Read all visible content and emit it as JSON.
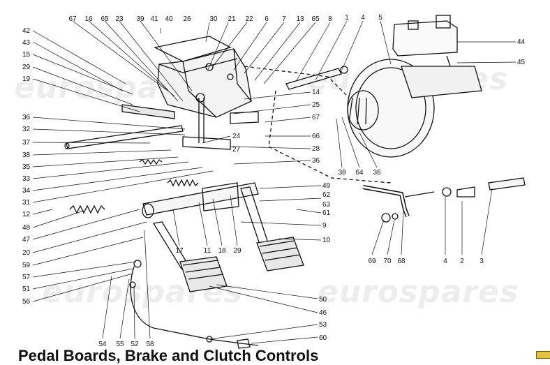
{
  "title": "Pedal Boards, Brake and Clutch Controls",
  "watermark": "eurospares",
  "part_numbers": [
    "1",
    "2",
    "3",
    "4",
    "5",
    "6",
    "7",
    "8",
    "9",
    "10",
    "11",
    "12",
    "13",
    "14",
    "15",
    "16",
    "17",
    "18",
    "19",
    "20",
    "21",
    "22",
    "23",
    "24",
    "25",
    "26",
    "27",
    "28",
    "29",
    "30",
    "31",
    "32",
    "33",
    "34",
    "35",
    "36",
    "37",
    "38",
    "39",
    "40",
    "41",
    "42",
    "43",
    "44",
    "45",
    "46",
    "47",
    "48",
    "49",
    "50",
    "51",
    "52",
    "53",
    "54",
    "55",
    "56",
    "57",
    "58",
    "59",
    "60",
    "61",
    "62",
    "63",
    "64",
    "65",
    "66",
    "67",
    "68",
    "69",
    "70"
  ],
  "labels": {
    "n67a": "67",
    "n16": "16",
    "n65a": "65",
    "n23": "23",
    "n39": "39",
    "n41": "41",
    "n40": "40",
    "n26": "26",
    "n30": "30",
    "n21": "21",
    "n22": "22",
    "n6": "6",
    "n7": "7",
    "n13": "13",
    "n65b": "65",
    "n8": "8",
    "n1": "1",
    "n4a": "4",
    "n5": "5",
    "n42": "42",
    "n43": "43",
    "n15": "15",
    "n29a": "29",
    "n19": "19",
    "n44": "44",
    "n45": "45",
    "n14": "14",
    "n25": "25",
    "n67b": "67",
    "n36a": "36",
    "n32": "32",
    "n37": "37",
    "n38a": "38",
    "n35": "35",
    "n33": "33",
    "n34": "34",
    "n31": "31",
    "n24": "24",
    "n66": "66",
    "n27": "27",
    "n28": "28",
    "n36b": "36",
    "n38b": "38",
    "n64": "64",
    "n36c": "36",
    "n49": "49",
    "n62": "62",
    "n63": "63",
    "n61": "61",
    "n9": "9",
    "n10": "10",
    "n12": "12",
    "n48": "48",
    "n47": "47",
    "n20": "20",
    "n59": "59",
    "n57": "57",
    "n51": "51",
    "n56": "56",
    "n17": "17",
    "n11": "11",
    "n18": "18",
    "n29b": "29",
    "n50": "50",
    "n46": "46",
    "n53": "53",
    "n60": "60",
    "n54": "54",
    "n55": "55",
    "n52": "52",
    "n58": "58",
    "n69": "69",
    "n70": "70",
    "n68": "68",
    "n4b": "4",
    "n2": "2",
    "n3": "3"
  }
}
